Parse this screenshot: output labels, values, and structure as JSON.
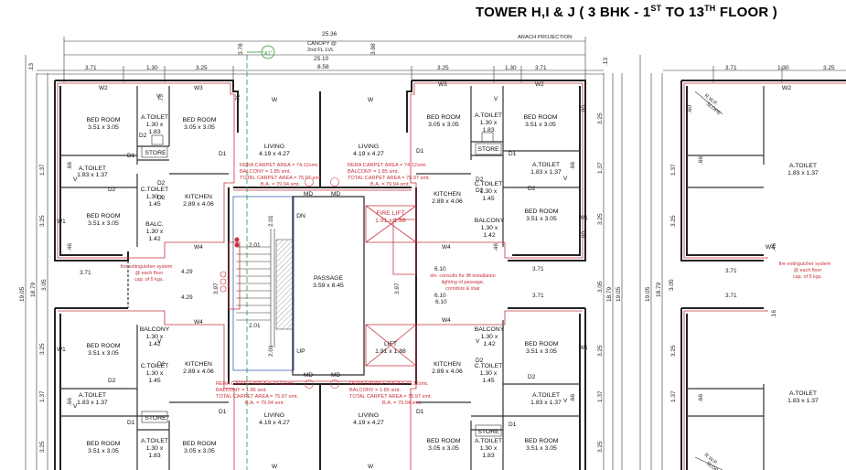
{
  "title": {
    "main": "TOWER  H,I & J ( 3 BHK - 1",
    "sup1": "ST",
    "mid": " TO 13",
    "sup2": "TH",
    "end": " FLOOR )"
  },
  "top_notes": {
    "canopy": "CANOPY @",
    "canopy_level": "2nd FL LVL",
    "arch": "ARACH PROJECTION",
    "grid_tag": "\"A1\""
  },
  "dims": {
    "d2536": "25.36",
    "d2510": "25.10",
    "d858": "8.58",
    "d371": "3.71",
    "d130": "1.30",
    "d325": "3.25",
    "d13": ".13",
    "d398": "3.98",
    "d378": "3.78",
    "d137": "1.37",
    "d1005": "19.05",
    "d1879": "18.79",
    "d305": "3.05",
    "d429": "4.29",
    "d397": "3.97",
    "d610": "6.10",
    "d201": "2.01",
    "d075": ".75",
    "d060": ".60",
    "d066": ".66",
    "d046": ".46",
    "d016": ".16"
  },
  "windows": {
    "w": "W",
    "w1": "W1",
    "w2": "W2",
    "w3": "W3",
    "w4": "W4",
    "d1": "D1",
    "d2": "D2",
    "v": "V",
    "md": "MD"
  },
  "rooms": {
    "bedroom": "BED ROOM",
    "bed_351": "3.51 x 3.05",
    "bed_305": "3.05 x 3.05",
    "atoilet": "A.TOILET",
    "atoilet_130": "1.30 x",
    "atoilet_183": "1.83",
    "atoilet_size": "1.83 x 1.37",
    "ctoilet": "C.TOILET",
    "ctoilet_130": "1.30 x",
    "ctoilet_145": "1.45",
    "store": "STORE",
    "living": "LIVING",
    "living_size": "4.19 x 4.27",
    "kitchen": "KITCHEN",
    "kitchen_size": "2.89 x 4.06",
    "balc": "BALC.",
    "balcony": "BALCONY",
    "balc_130": "1.30 x",
    "balc_142": "1.42",
    "passage": "PASSAGE",
    "passage_size": "3.59 x 8.45",
    "fire_lift": "FIRE LIFT",
    "fire_lift_size": "1.91 x 1.88",
    "lift": "LIFT",
    "lift_size": "1.91 x 1.88",
    "dn": "DN",
    "up": "UP"
  },
  "areas": {
    "rera": "RERA CARPET AREA   = 74.12smt.",
    "balcony": "BALCONY                    =  1.85 smt.",
    "total": "TOTAL CARPET AREA = 75.97 smt.",
    "ba": "B.A.  = 79.94 smt."
  },
  "notes": {
    "fire1": "fire extinguisher system",
    "fire2": "@ each floor",
    "fire3": "cap. of 5 kgs.",
    "consult1": "ele. consults for lift installation",
    "consult2": "lighting of passage,",
    "consult3": "corridors & stair",
    "rwp": "R.W.P.",
    "slope": "SLOPE"
  },
  "colors": {
    "wall": "#222222",
    "red": "#c8323c",
    "green": "#2e9a3c",
    "blue": "#3c64b4",
    "dim": "#333333"
  }
}
